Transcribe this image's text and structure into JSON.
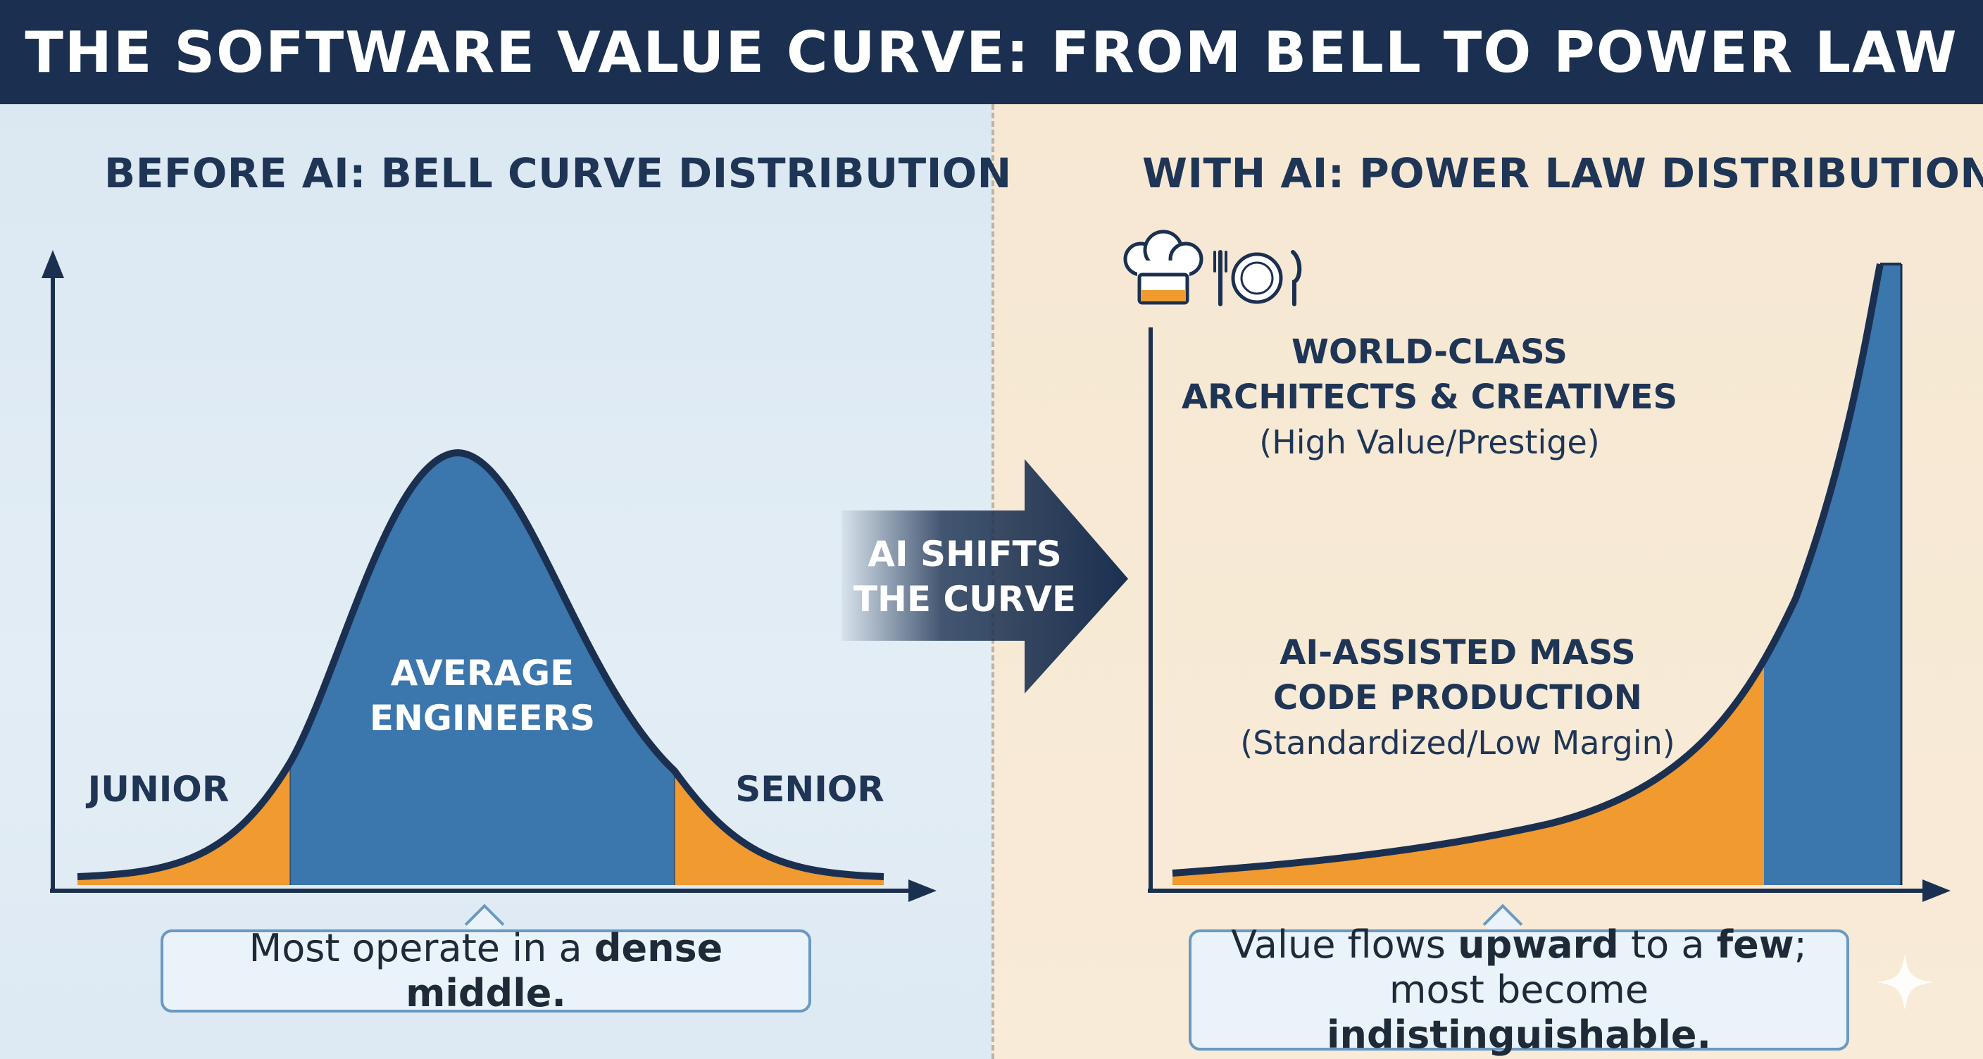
{
  "title": "THE SOFTWARE VALUE CURVE: FROM BELL TO POWER LAW",
  "left_panel": {
    "heading": "BEFORE AI: BELL CURVE DISTRIBUTION",
    "segments": {
      "left_tail": "JUNIOR",
      "middle_line1": "AVERAGE",
      "middle_line2": "ENGINEERS",
      "right_tail": "SENIOR"
    },
    "callout": {
      "text_before": "Most operate in a ",
      "text_bold": "dense middle."
    }
  },
  "transition_arrow": {
    "line1": "AI SHIFTS",
    "line2": "THE CURVE"
  },
  "right_panel": {
    "heading": "WITH AI: POWER LAW DISTRIBUTION",
    "icons": [
      "chef-hat-icon",
      "fork-plate-knife-icon"
    ],
    "top_label": {
      "line1": "WORLD-CLASS",
      "line2": "ARCHITECTS & CREATIVES",
      "note": "(High Value/Prestige)"
    },
    "mass_label": {
      "line1": "AI-ASSISTED MASS",
      "line2": "CODE PRODUCTION",
      "note": "(Standardized/Low Margin)"
    },
    "callout": {
      "line1_before": "Value flows ",
      "line1_bold1": "upward",
      "line1_mid": " to a ",
      "line1_bold2": "few",
      "line1_after": ";",
      "line2_before": "most become ",
      "line2_bold": "indistinguishable."
    }
  },
  "colors": {
    "navy": "#1b3050",
    "text_navy": "#1e3556",
    "curve_blue": "#3b76ad",
    "tail_orange": "#f09a30",
    "left_bg": "#dde9f3",
    "right_bg": "#f6e8d3"
  }
}
